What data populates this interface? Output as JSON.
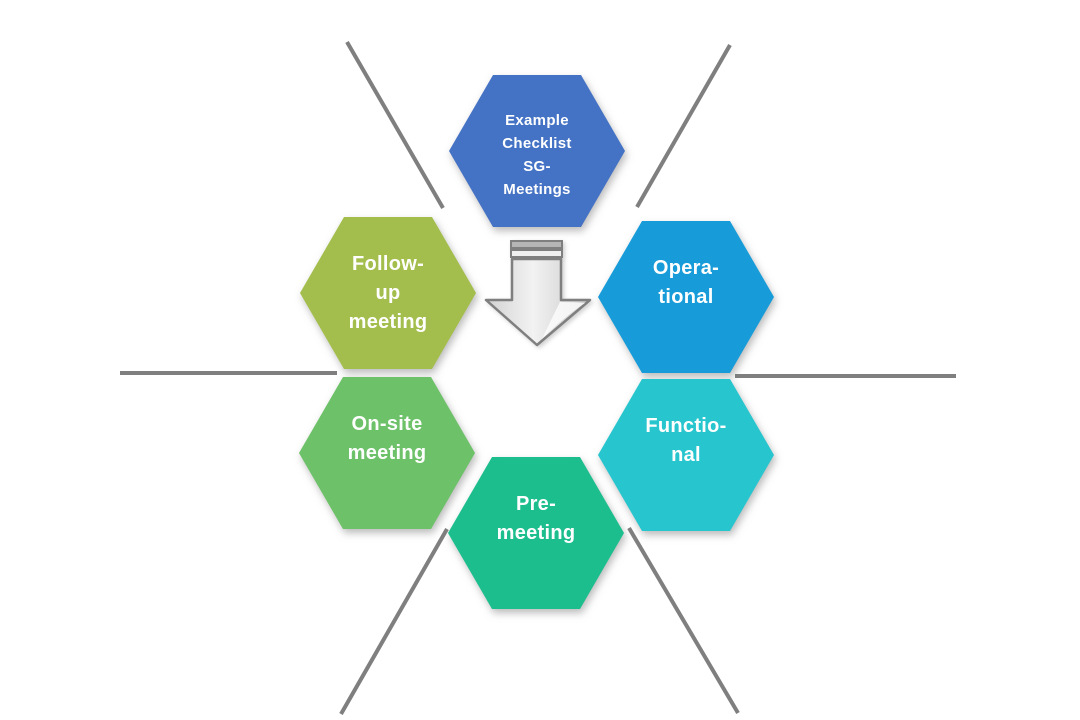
{
  "diagram": {
    "title": "Example Checklist SG-Meetings",
    "background": "#FFFFFF",
    "connector_color": "#7F7F7F",
    "arrow": {
      "name": "down-arrow",
      "fill": "#DCDCDC",
      "fill_light": "#F2F2F2",
      "band_dark": "#B5B5B5",
      "band_light": "#EFEFEF",
      "stroke": "#7F7F7F"
    },
    "hexagons": [
      {
        "id": "example-checklist",
        "color": "#4472C4",
        "lines": [
          "Example",
          "Checklist",
          "SG-",
          "Meetings"
        ]
      },
      {
        "id": "follow-up-meeting",
        "color": "#A3BE4C",
        "lines": [
          "Follow-",
          "up",
          "meeting"
        ]
      },
      {
        "id": "operational",
        "color": "#189CD9",
        "lines": [
          "Opera-",
          "tional"
        ]
      },
      {
        "id": "on-site-meeting",
        "color": "#6DC168",
        "lines": [
          "On-site",
          "meeting"
        ]
      },
      {
        "id": "functional",
        "color": "#27C5CE",
        "lines": [
          "Functio-",
          "nal"
        ]
      },
      {
        "id": "pre-meeting",
        "color": "#1DBE8E",
        "lines": [
          "Pre-",
          "meeting"
        ]
      }
    ]
  }
}
